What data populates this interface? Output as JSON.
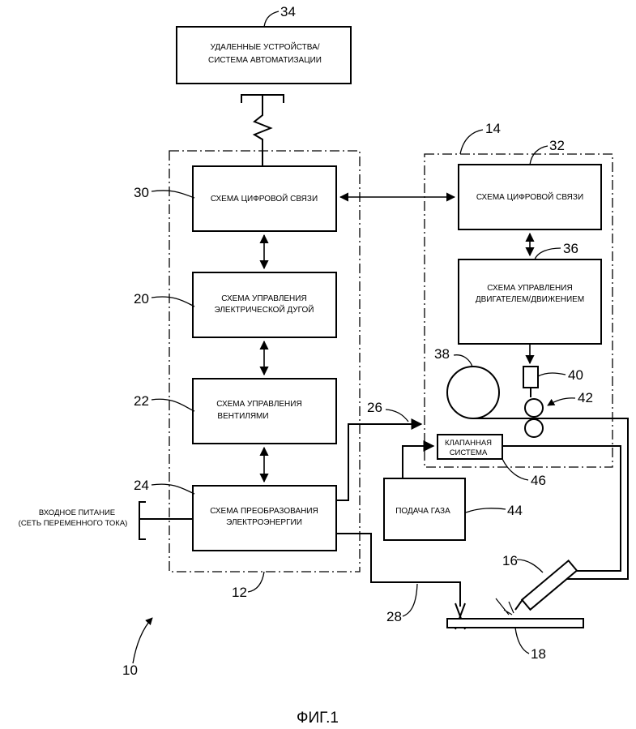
{
  "figure_label": "ФИГ.1",
  "blocks": {
    "remote": {
      "line1": "УДАЛЕННЫЕ УСТРОЙСТВА/",
      "line2": "СИСТЕМА АВТОМАТИЗАЦИИ",
      "ref": "34"
    },
    "comm_left": {
      "line1": "СХЕМА ЦИФРОВОЙ СВЯЗИ",
      "ref": "30"
    },
    "arc_control": {
      "line1": "СХЕМА УПРАВЛЕНИЯ",
      "line2": "ЭЛЕКТРИЧЕСКОЙ ДУГОЙ",
      "ref": "20"
    },
    "gate_control": {
      "line1": "СХЕМА УПРАВЛЕНИЯ",
      "line2": "ВЕНТИЛЯМИ",
      "ref": "22"
    },
    "power_conv": {
      "line1": "СХЕМА ПРЕОБРАЗОВАНИЯ",
      "line2": "ЭЛЕКТРОЭНЕРГИИ",
      "ref": "24"
    },
    "comm_right": {
      "line1": "СХЕМА ЦИФРОВОЙ СВЯЗИ",
      "ref": "32"
    },
    "motor_control": {
      "line1": "СХЕМА УПРАВЛЕНИЯ",
      "line2": "ДВИГАТЕЛЕМ/ДВИЖЕНИЕМ",
      "ref": "36"
    },
    "valve": {
      "line1": "КЛАПАННАЯ",
      "line2": "СИСТЕМА",
      "ref": "46"
    },
    "gas": {
      "line1": "ПОДАЧА ГАЗА",
      "ref": "44"
    }
  },
  "input_power": {
    "line1": "ВХОДНОЕ ПИТАНИЕ",
    "line2": "(СЕТЬ ПЕРЕМЕННОГО ТОКА)"
  },
  "refs": {
    "system": "10",
    "power_supply": "12",
    "wire_feeder": "14",
    "torch": "16",
    "workpiece": "18",
    "power_line": "26",
    "ground_line": "28",
    "spool": "38",
    "motor": "40",
    "drive_rolls": "42"
  }
}
